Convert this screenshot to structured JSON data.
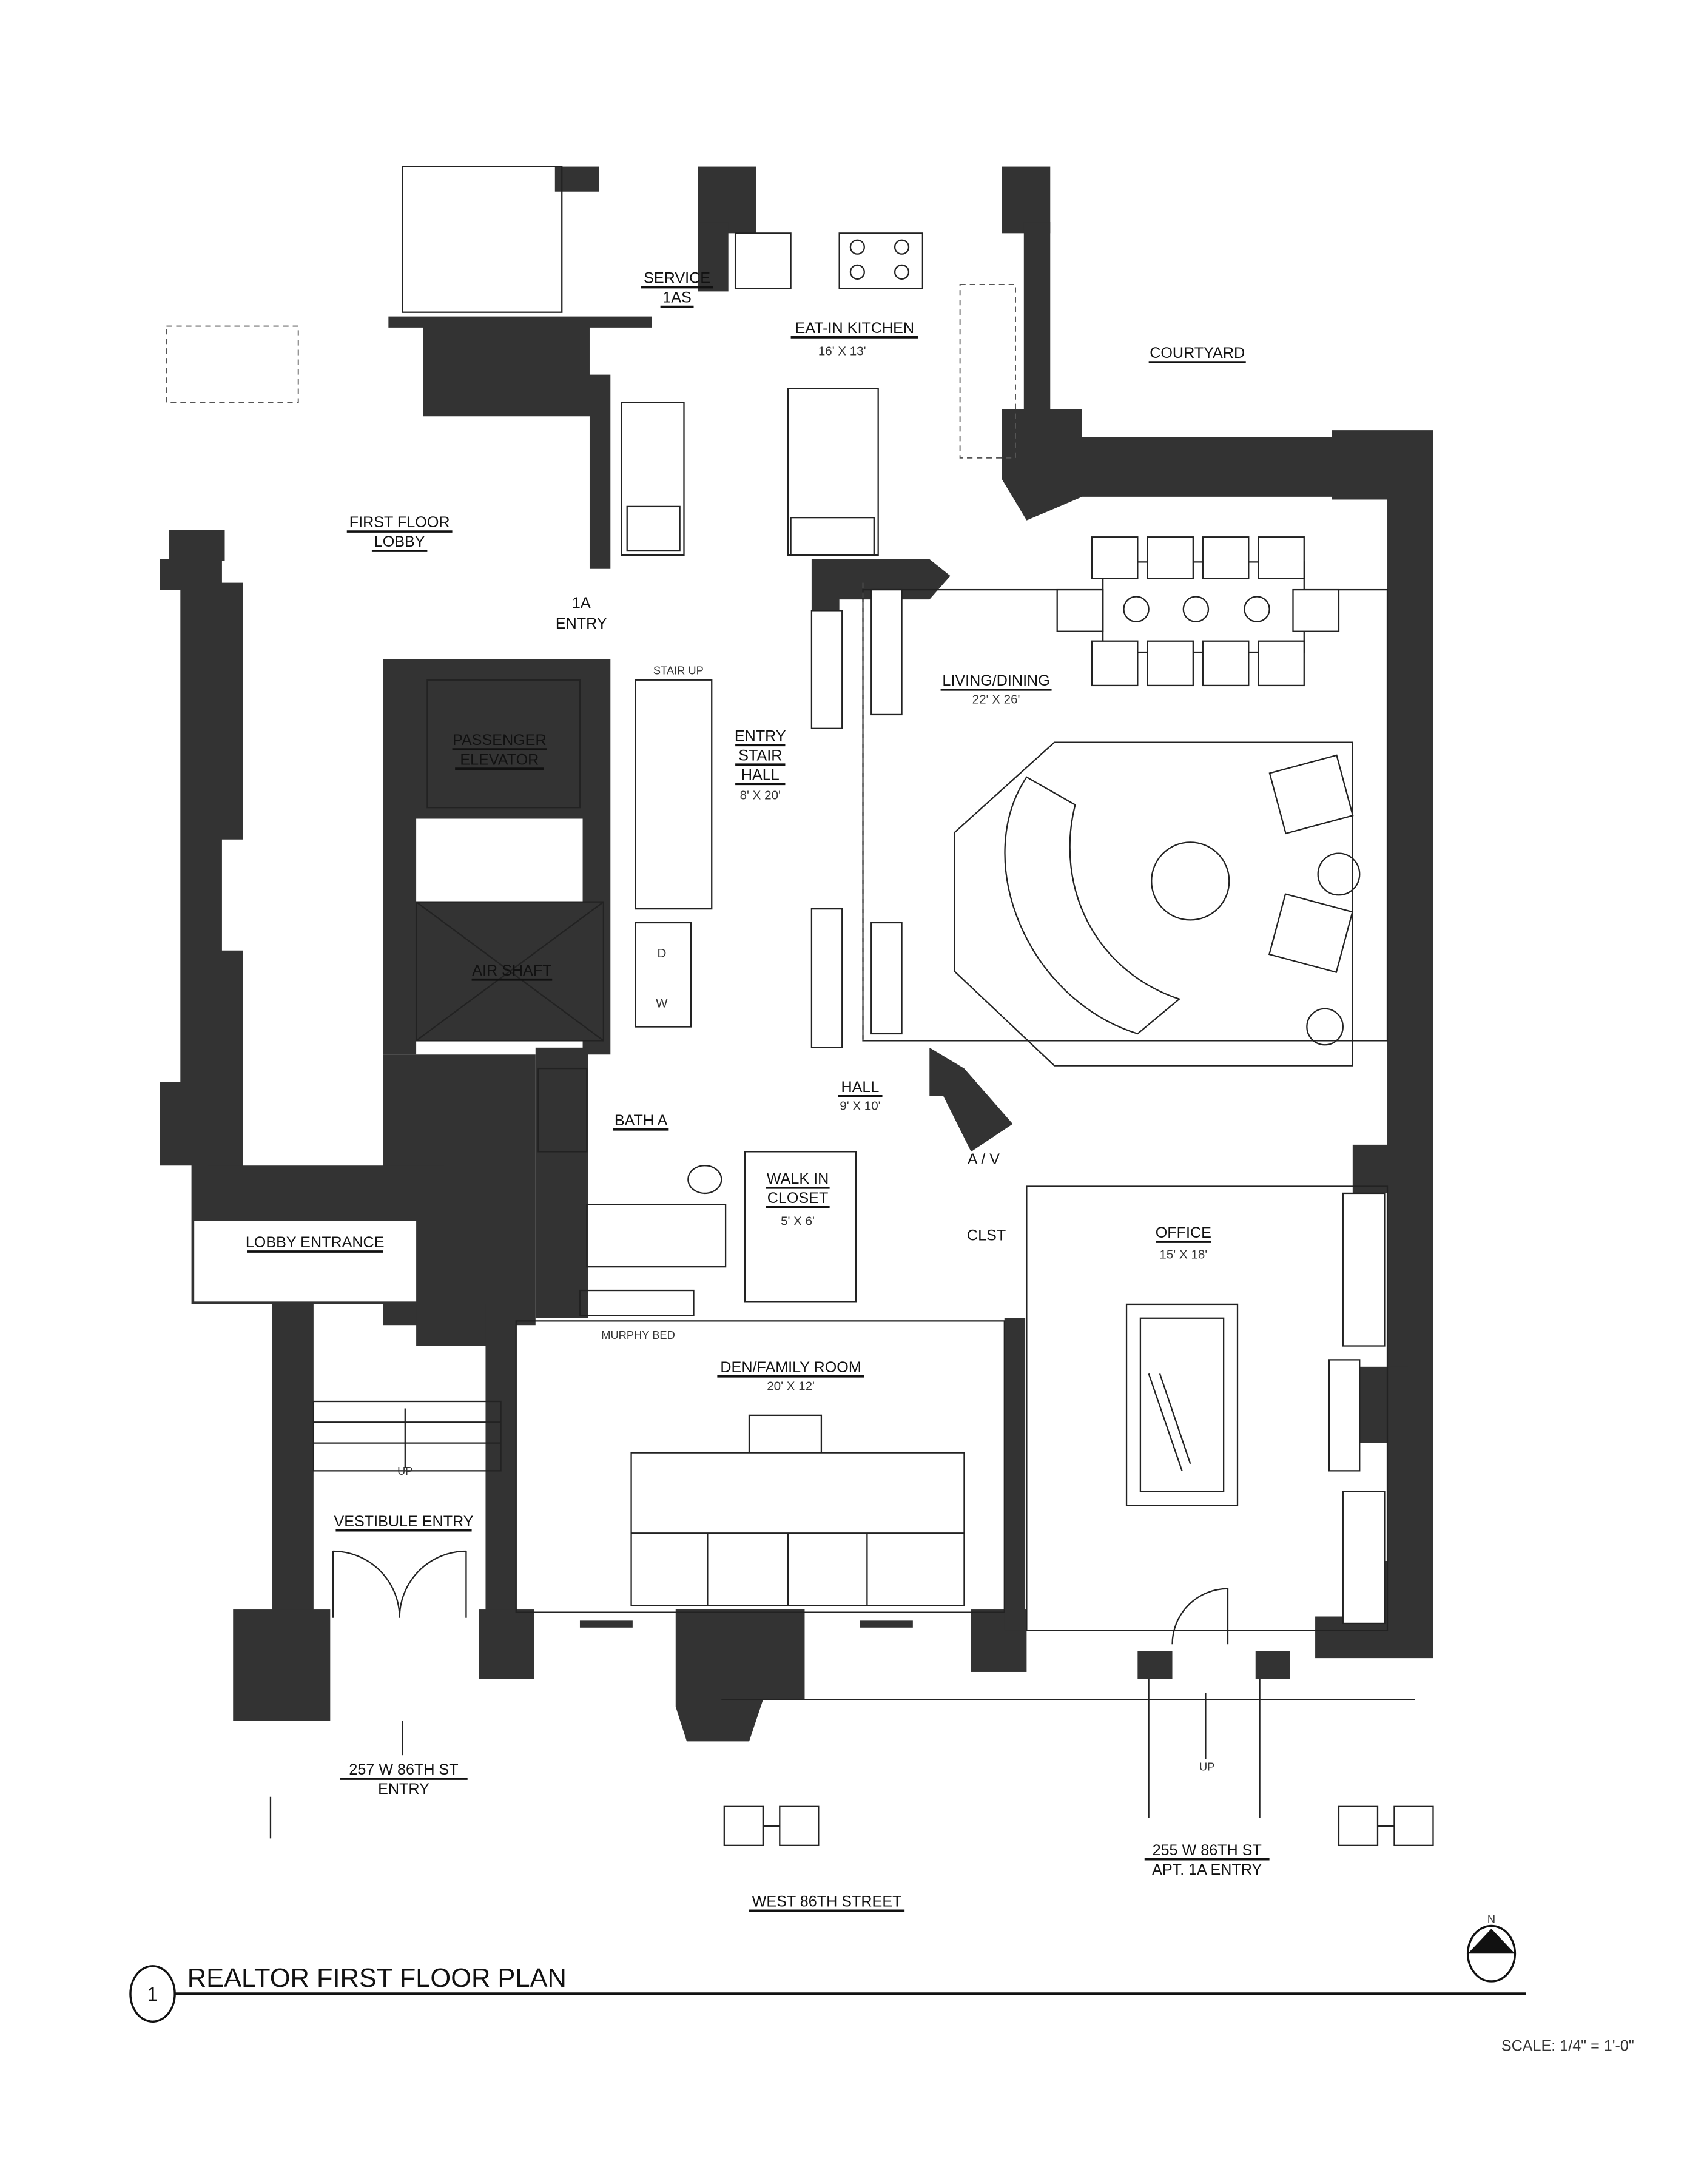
{
  "title": {
    "number": "1",
    "text": "REALTOR FIRST FLOOR PLAN",
    "scale": "SCALE: 1/4\" = 1'-0\"",
    "north": "N"
  },
  "street": "WEST 86TH STREET",
  "rooms": {
    "service": {
      "line1": "SERVICE",
      "line2": "1AS"
    },
    "kitchen": {
      "name": "EAT-IN KITCHEN",
      "dim": "16' X 13'"
    },
    "courtyard": {
      "name": "COURTYARD"
    },
    "lobby": {
      "line1": "FIRST FLOOR",
      "line2": "LOBBY"
    },
    "entry_1a": {
      "line1": "1A",
      "line2": "ENTRY"
    },
    "stair_up": "STAIR UP",
    "elevator": {
      "line1": "PASSENGER",
      "line2": "ELEVATOR"
    },
    "entry_stair_hall": {
      "line1": "ENTRY",
      "line2": "STAIR",
      "line3": "HALL",
      "dim": "8' X 20'"
    },
    "living": {
      "name": "LIVING/DINING",
      "dim": "22' X 26'"
    },
    "air_shaft": "AIR SHAFT",
    "laundry": {
      "dryer": "D",
      "washer": "W"
    },
    "hall": {
      "name": "HALL",
      "dim": "9' X 10'"
    },
    "bath": "BATH A",
    "av": "A / V",
    "closet": {
      "line1": "WALK IN",
      "line2": "CLOSET",
      "dim": "5' X 6'"
    },
    "clst": "CLST",
    "office": {
      "name": "OFFICE",
      "dim": "15' X 18'"
    },
    "lobby_entrance": "LOBBY ENTRANCE",
    "murphy": "MURPHY BED",
    "den": {
      "name": "DEN/FAMILY ROOM",
      "dim": "20' X 12'"
    },
    "vestibule": "VESTIBULE ENTRY",
    "entry_257": {
      "line1": "257 W 86TH ST",
      "line2": "ENTRY"
    },
    "entry_255": {
      "line1": "255 W 86TH ST",
      "line2": "APT. 1A ENTRY"
    },
    "up": "UP"
  }
}
